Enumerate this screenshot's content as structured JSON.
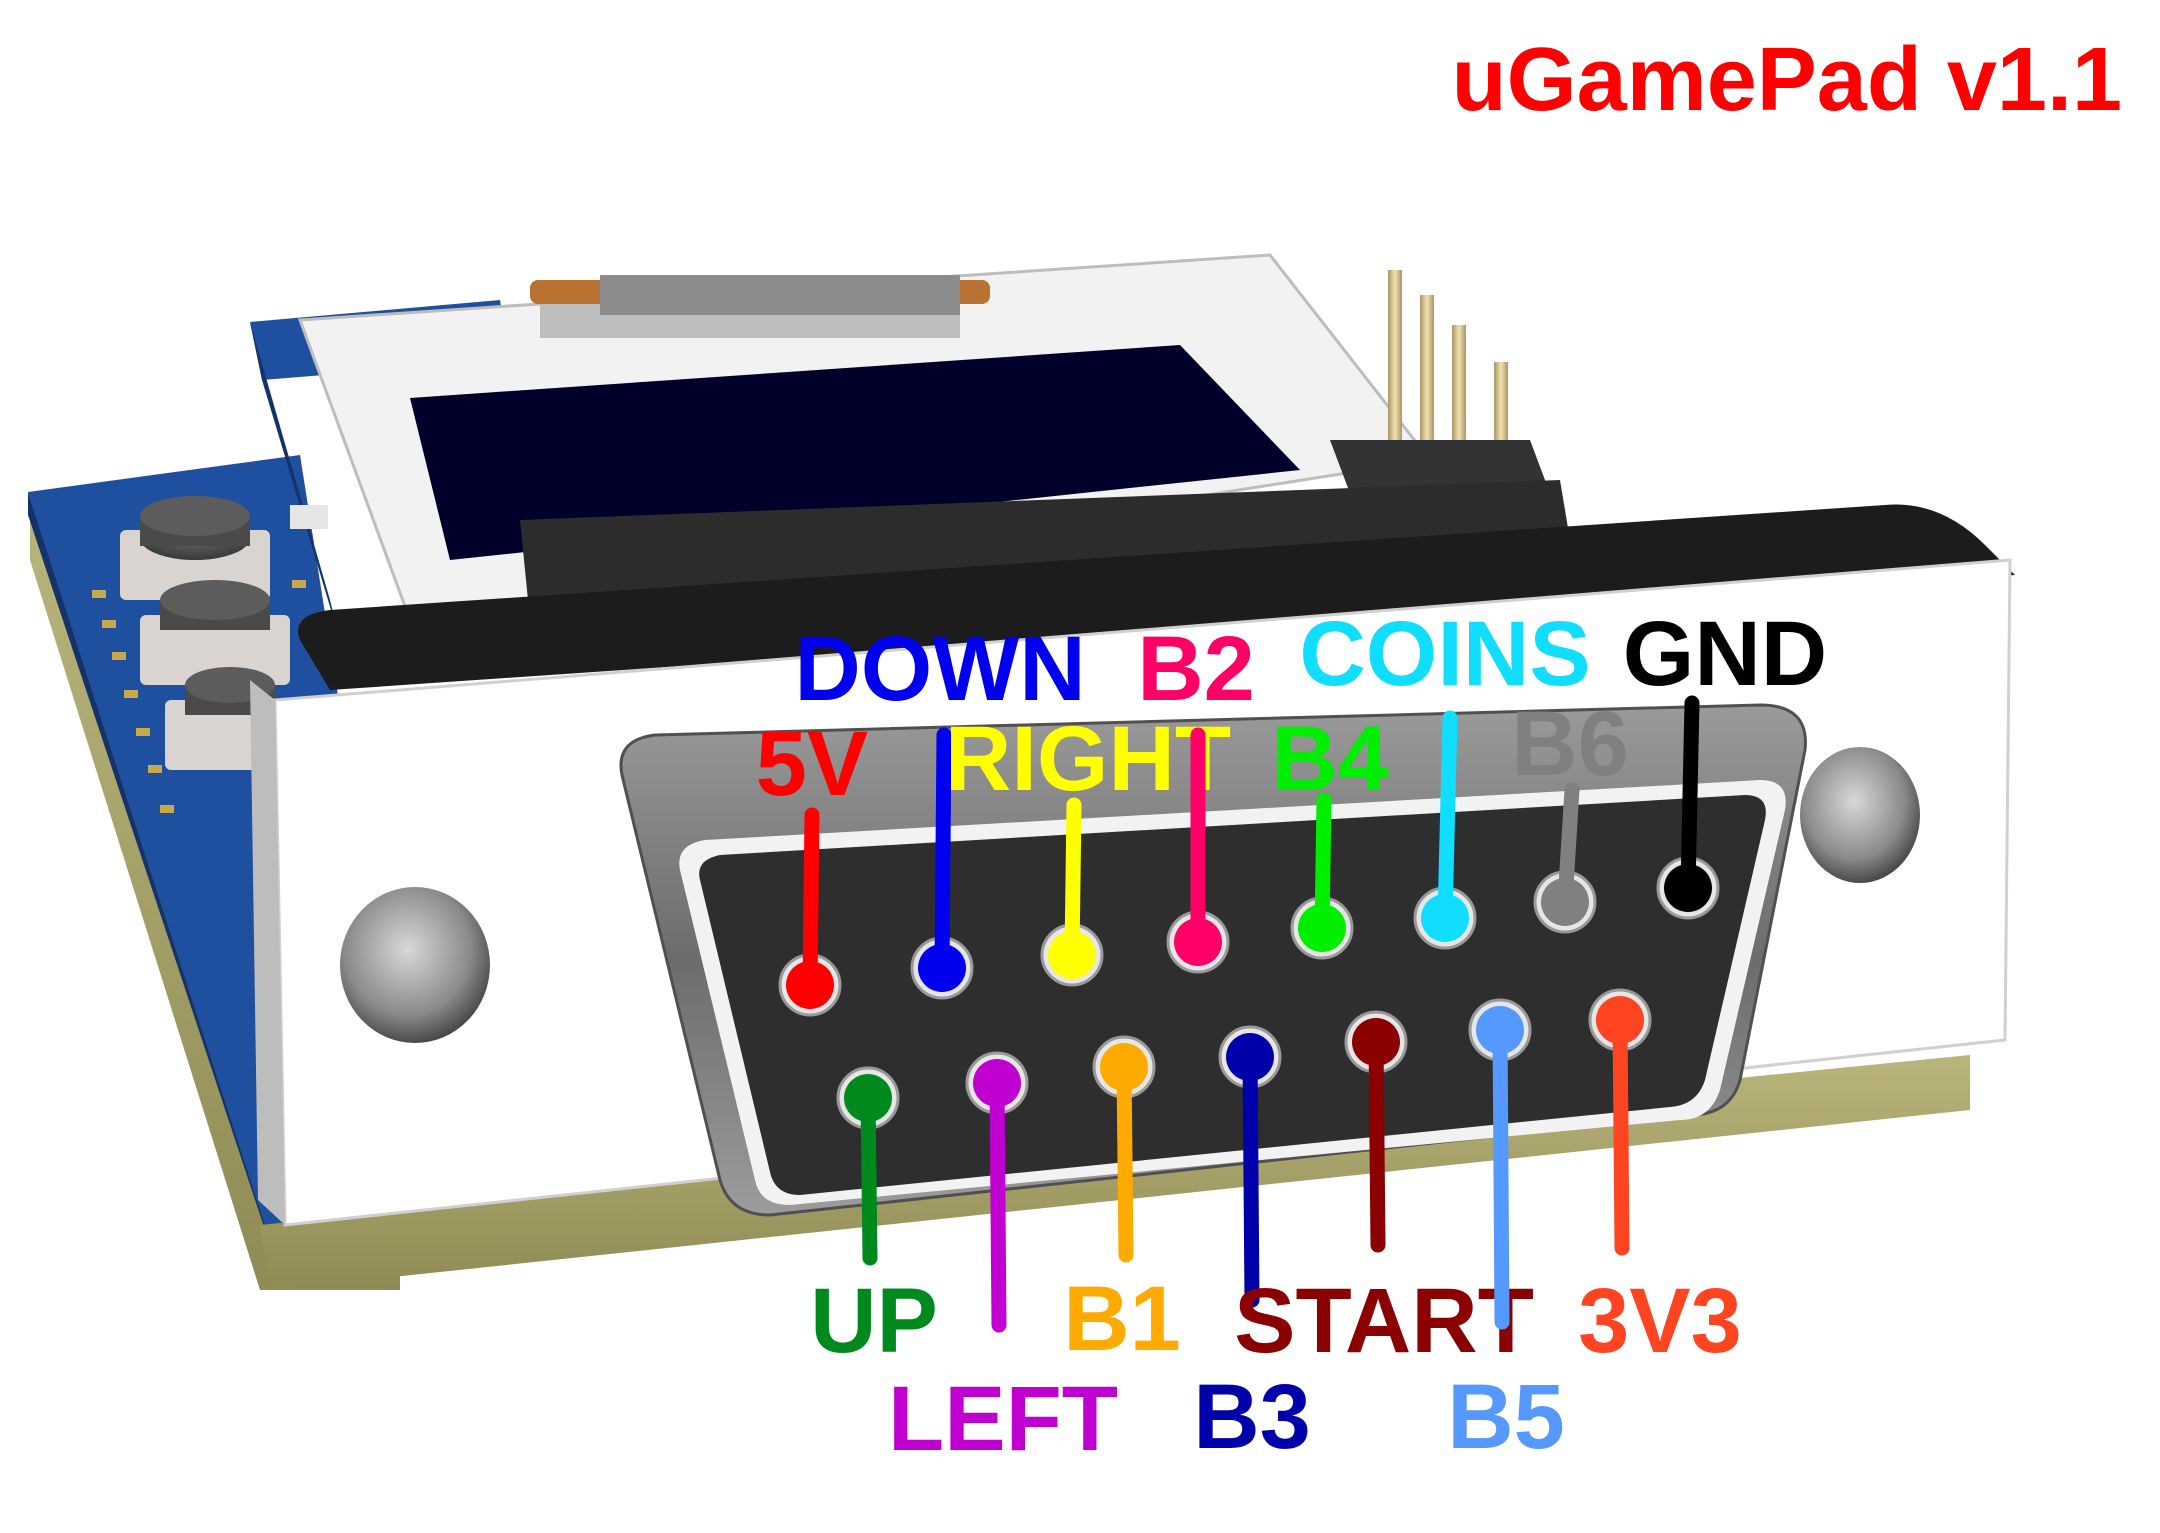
{
  "title": "uGamePad v1.1",
  "title_color": "#ff0000",
  "colors": {
    "pcb": "#1f4f9f",
    "pcb_dark": "#14336b",
    "board_base": "#a8a46a",
    "bracket": "#ffffff",
    "shell": "#7a7a7a",
    "connector_face": "#2e2e2e",
    "oled_screen": "#00002a",
    "header_pin": "#d9c58a"
  },
  "pins": [
    {
      "name": "5V",
      "color": "#ff0000",
      "row": "top"
    },
    {
      "name": "DOWN",
      "color": "#0000ee",
      "row": "top"
    },
    {
      "name": "RIGHT",
      "color": "#ffff00",
      "row": "top"
    },
    {
      "name": "B2",
      "color": "#ff0066",
      "row": "top"
    },
    {
      "name": "B4",
      "color": "#00ee00",
      "row": "top"
    },
    {
      "name": "COINS",
      "color": "#11ddff",
      "row": "top"
    },
    {
      "name": "B6",
      "color": "#808080",
      "row": "top"
    },
    {
      "name": "GND",
      "color": "#000000",
      "row": "top"
    },
    {
      "name": "UP",
      "color": "#008a1e",
      "row": "bottom"
    },
    {
      "name": "LEFT",
      "color": "#c000d0",
      "row": "bottom"
    },
    {
      "name": "B1",
      "color": "#ffaa00",
      "row": "bottom"
    },
    {
      "name": "B3",
      "color": "#0000aa",
      "row": "bottom"
    },
    {
      "name": "START",
      "color": "#8b0000",
      "row": "bottom"
    },
    {
      "name": "B5",
      "color": "#5599ff",
      "row": "bottom"
    },
    {
      "name": "3V3",
      "color": "#ff4422",
      "row": "bottom"
    }
  ]
}
